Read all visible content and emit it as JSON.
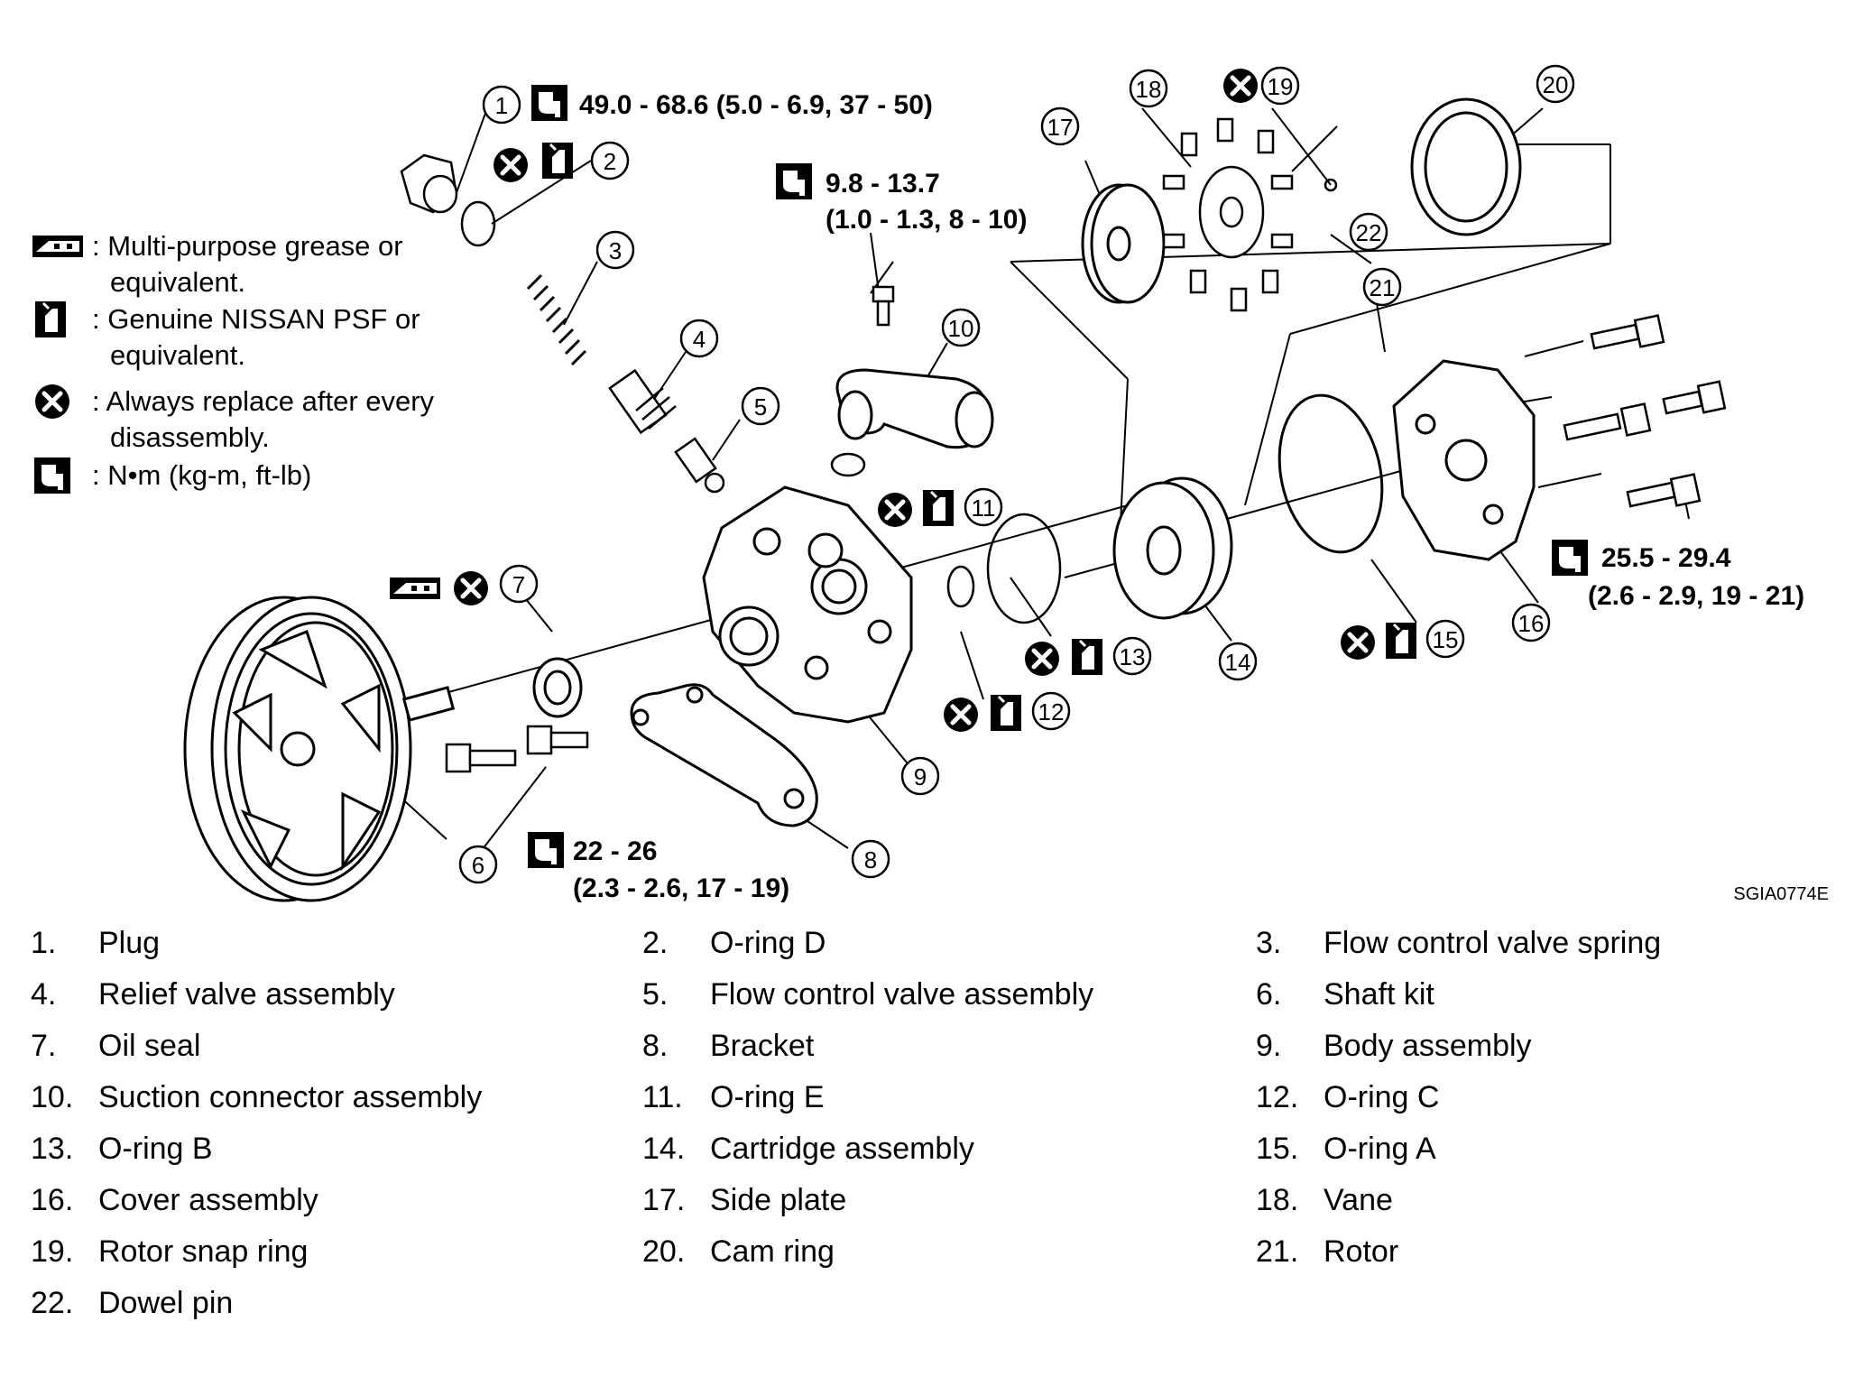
{
  "legend": {
    "grease": {
      "text": ": Multi-purpose grease or",
      "text2": "equivalent."
    },
    "fluid": {
      "text": ": Genuine NISSAN PSF or",
      "text2": "equivalent."
    },
    "replace": {
      "text": ": Always replace after every",
      "text2": "disassembly."
    },
    "torque": {
      "text": ":  N•m  (kg-m,  ft-lb)"
    }
  },
  "torque_specs": {
    "plug": "49.0 - 68.6 (5.0 - 6.9, 37 - 50)",
    "suction_line1": "9.8 - 13.7",
    "suction_line2": "(1.0 - 1.3, 8 - 10)",
    "cover_line1": "25.5 - 29.4",
    "cover_line2": "(2.6 - 2.9, 19 - 21)",
    "bracket_line1": "22 - 26",
    "bracket_line2": "(2.3 - 2.6, 17 - 19)"
  },
  "callout_numbers": [
    "1",
    "2",
    "3",
    "4",
    "5",
    "6",
    "7",
    "8",
    "9",
    "10",
    "11",
    "12",
    "13",
    "14",
    "15",
    "16",
    "17",
    "18",
    "19",
    "20",
    "21",
    "22"
  ],
  "figure_code": "SGIA0774E",
  "parts": [
    {
      "num": "1.",
      "name": "Plug"
    },
    {
      "num": "2.",
      "name": "O-ring D"
    },
    {
      "num": "3.",
      "name": "Flow control valve spring"
    },
    {
      "num": "4.",
      "name": "Relief valve assembly"
    },
    {
      "num": "5.",
      "name": "Flow control valve assembly"
    },
    {
      "num": "6.",
      "name": "Shaft kit"
    },
    {
      "num": "7.",
      "name": "Oil seal"
    },
    {
      "num": "8.",
      "name": "Bracket"
    },
    {
      "num": "9.",
      "name": "Body assembly"
    },
    {
      "num": "10.",
      "name": "Suction connector assembly"
    },
    {
      "num": "11.",
      "name": "O-ring E"
    },
    {
      "num": "12.",
      "name": "O-ring C"
    },
    {
      "num": "13.",
      "name": "O-ring B"
    },
    {
      "num": "14.",
      "name": "Cartridge assembly"
    },
    {
      "num": "15.",
      "name": "O-ring A"
    },
    {
      "num": "16.",
      "name": "Cover assembly"
    },
    {
      "num": "17.",
      "name": "Side plate"
    },
    {
      "num": "18.",
      "name": "Vane"
    },
    {
      "num": "19.",
      "name": "Rotor snap ring"
    },
    {
      "num": "20.",
      "name": "Cam ring"
    },
    {
      "num": "21.",
      "name": "Rotor"
    },
    {
      "num": "22.",
      "name": "Dowel pin"
    }
  ]
}
